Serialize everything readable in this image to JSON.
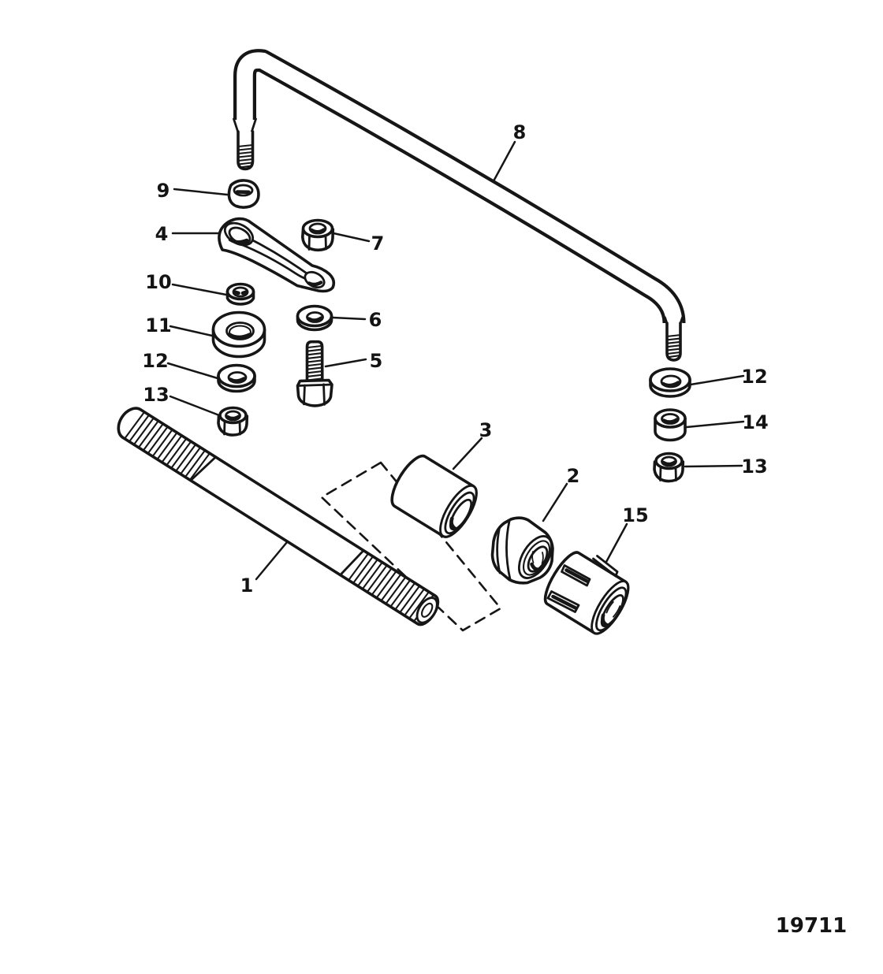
{
  "diagram": {
    "drawing_number": "19711",
    "colors": {
      "line": "#161616",
      "background": "#ffffff"
    },
    "callouts": [
      {
        "label": "8"
      },
      {
        "label": "9"
      },
      {
        "label": "4"
      },
      {
        "label": "7"
      },
      {
        "label": "10"
      },
      {
        "label": "6"
      },
      {
        "label": "11"
      },
      {
        "label": "5"
      },
      {
        "label": "12"
      },
      {
        "label": "13"
      },
      {
        "label": "1"
      },
      {
        "label": "3"
      },
      {
        "label": "2"
      },
      {
        "label": "15"
      },
      {
        "label": "12"
      },
      {
        "label": "14"
      },
      {
        "label": "13"
      }
    ]
  }
}
